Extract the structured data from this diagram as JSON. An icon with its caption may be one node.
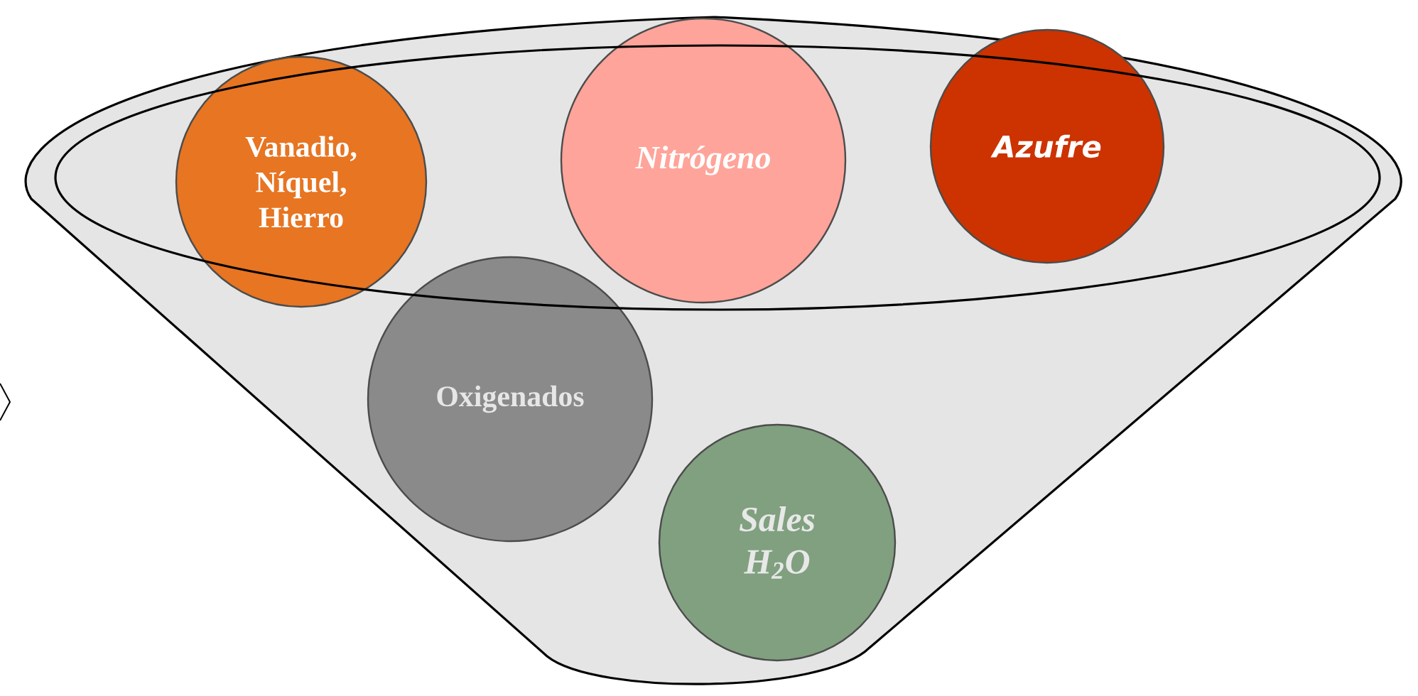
{
  "diagram": {
    "nodes": [
      {
        "text": [
          "Vanadio, Níquel, Hierro"
        ]
      },
      {
        "text": [
          "Nitrógeno"
        ]
      },
      {
        "text": [
          "Azufre"
        ]
      },
      {
        "text": [
          "Oxigenados"
        ]
      },
      {
        "text": [
          "Sales H$_{2}$O"
        ]
      }
    ]
  }
}
